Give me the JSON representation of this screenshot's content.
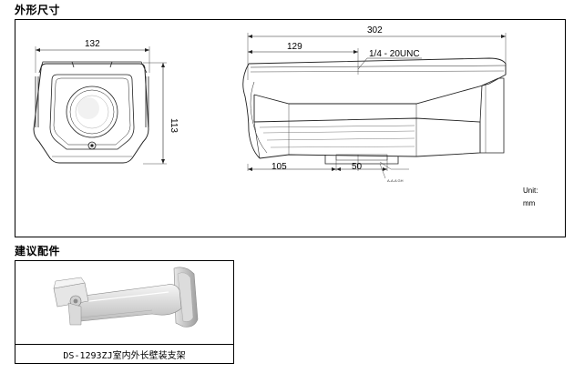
{
  "sections": {
    "dimensions_title": "外形尺寸",
    "accessories_title": "建议配件"
  },
  "front_view": {
    "width_label": "132",
    "height_label": "113"
  },
  "side_view": {
    "length_label": "302",
    "mount_offset_label": "129",
    "thread_label": "1/4 - 20UNC",
    "front_label": "105",
    "mount_width_label": "50",
    "tiny_note": "A-A-A GH"
  },
  "unit": {
    "line1": "Unit:",
    "line2": "mm"
  },
  "accessory": {
    "caption": "DS-1293ZJ室内外长壁装支架"
  }
}
